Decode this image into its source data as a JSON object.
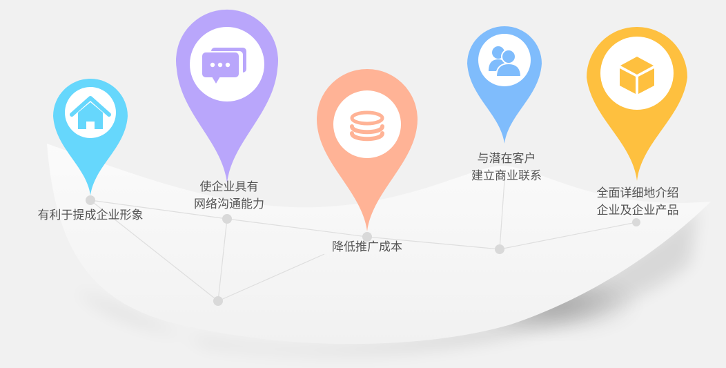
{
  "diagram": {
    "background": "#f1f1f1",
    "features": [
      {
        "id": "brand-image",
        "icon": "home-icon",
        "color": "#66d7fc",
        "line1": "有利于提成企业形象",
        "line2": ""
      },
      {
        "id": "network-communication",
        "icon": "chat-bubbles-icon",
        "color": "#b9a6fb",
        "line1": "使企业具有",
        "line2": "网络沟通能力"
      },
      {
        "id": "reduce-cost",
        "icon": "coins-stack-icon",
        "color": "#ffb396",
        "line1": "降低推广成本",
        "line2": ""
      },
      {
        "id": "customer-contact",
        "icon": "users-icon",
        "color": "#7fbcfc",
        "line1": "与潜在客户",
        "line2": "建立商业联系"
      },
      {
        "id": "product-intro",
        "icon": "box-icon",
        "color": "#fec03f",
        "line1": "全面详细地介绍",
        "line2": "企业及企业产品"
      }
    ],
    "node_color": "#d9d9d9",
    "line_color": "#dcdcdc"
  }
}
